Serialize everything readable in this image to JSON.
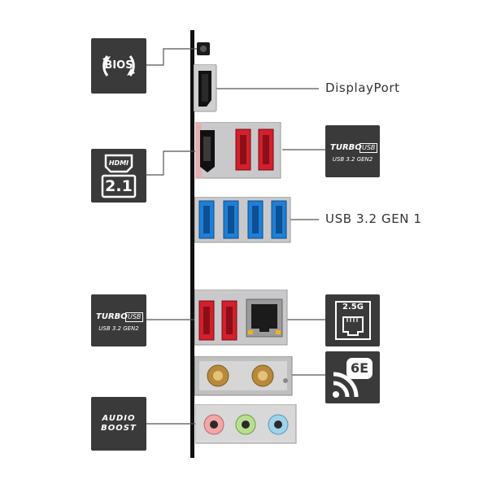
{
  "labels": {
    "displayport": "DisplayPort",
    "usb_gen1": "USB 3.2 GEN 1"
  },
  "badges": {
    "bios": "BIOS",
    "hdmi_word": "HDMI",
    "hdmi_version": "2.1",
    "turbo_word": "TURBO",
    "turbo_usb": "USB",
    "turbo_sub": "USB 3.2 GEN2",
    "lan_speed": "2.5G",
    "wifi_gen": "6E",
    "audio_line1": "AUDIO",
    "audio_line2": "BOOST"
  },
  "colors": {
    "tile": "#3a3a3a",
    "backplate": "#111111",
    "usb_red": "#d3202c",
    "usb_blue": "#1f7fd6",
    "audio_pink": "#f2a6a8",
    "audio_green": "#b9df8e",
    "audio_blue": "#9fd3ec"
  },
  "icons": [
    "bios-flashback-icon",
    "hdmi-icon",
    "turbo-usb-icon",
    "lan-icon",
    "wifi-6e-icon",
    "audio-boost-icon"
  ]
}
